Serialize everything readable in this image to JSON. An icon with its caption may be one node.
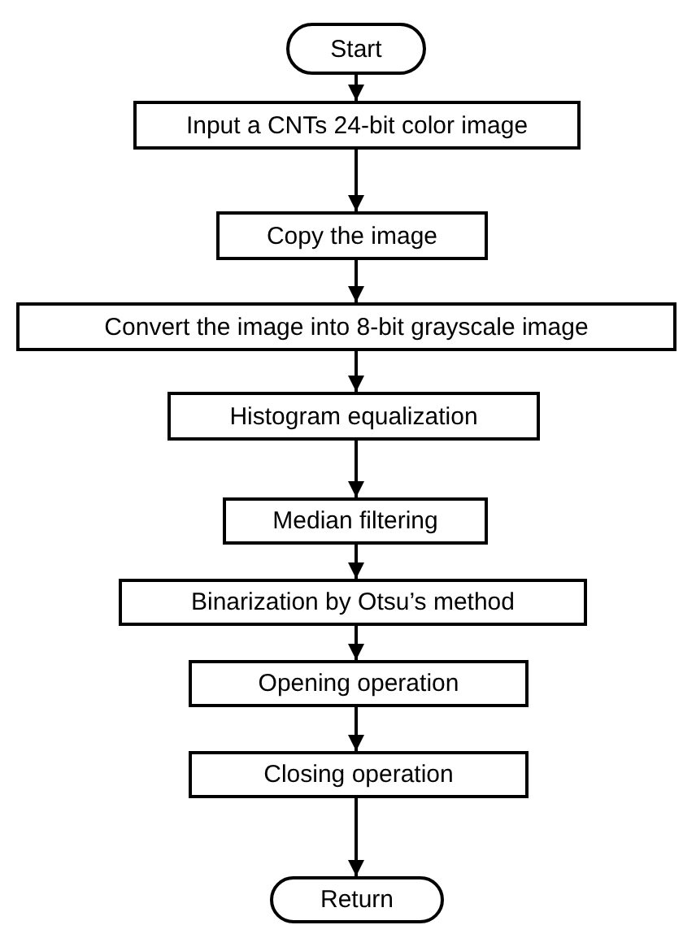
{
  "diagram": {
    "nodes": [
      {
        "text": [
          "Start"
        ]
      },
      {
        "text": [
          "Input a CNTs 24-bit color image"
        ]
      },
      {
        "text": [
          "Copy the image"
        ]
      },
      {
        "text": [
          "Convert the image into 8-bit grayscale image"
        ]
      },
      {
        "text": [
          "Histogram equalization"
        ]
      },
      {
        "text": [
          "Median filtering"
        ]
      },
      {
        "text": [
          "Binarization by Otsu’s method"
        ]
      },
      {
        "text": [
          "Opening operation"
        ]
      },
      {
        "text": [
          "Closing operation"
        ]
      },
      {
        "text": [
          "Return"
        ]
      }
    ],
    "edges": [
      {
        "from": 0,
        "to": 1,
        "arrow": "to"
      },
      {
        "from": 1,
        "to": 2,
        "arrow": "to"
      },
      {
        "from": 2,
        "to": 3,
        "arrow": "to"
      },
      {
        "from": 3,
        "to": 4,
        "arrow": "to"
      },
      {
        "from": 4,
        "to": 5,
        "arrow": "to"
      },
      {
        "from": 5,
        "to": 6,
        "arrow": "to"
      },
      {
        "from": 6,
        "to": 7,
        "arrow": "to"
      },
      {
        "from": 7,
        "to": 8,
        "arrow": "to"
      },
      {
        "from": 8,
        "to": 9,
        "arrow": "to"
      }
    ]
  }
}
